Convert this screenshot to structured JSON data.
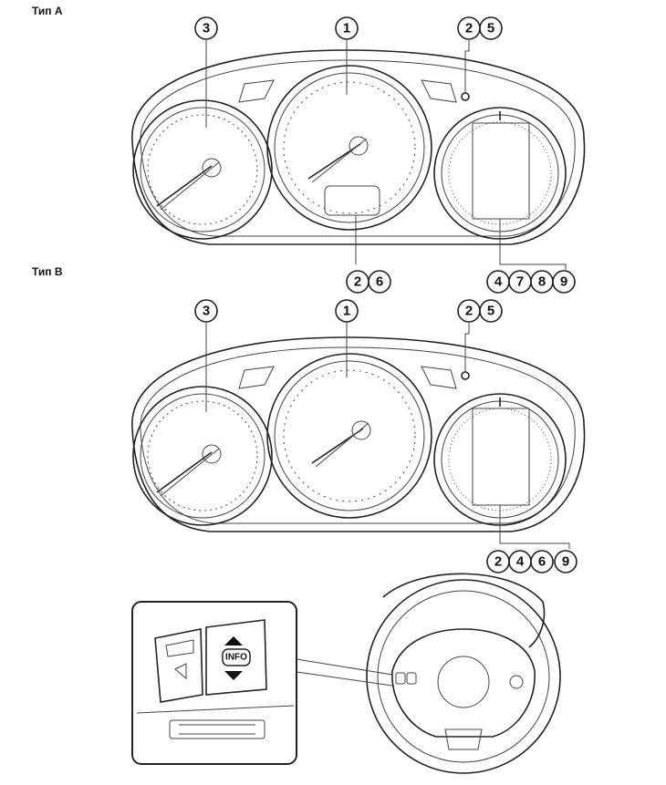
{
  "sections": [
    {
      "label": "Тип A",
      "callouts": {
        "tach": [
          "3"
        ],
        "speedo": [
          "1"
        ],
        "indicator": [
          "2",
          "5"
        ],
        "center_display": [
          "2",
          "6"
        ],
        "right_display": [
          "4",
          "7",
          "8",
          "9"
        ]
      }
    },
    {
      "label": "Тип B",
      "callouts": {
        "tach": [
          "3"
        ],
        "speedo": [
          "1"
        ],
        "indicator": [
          "2",
          "5"
        ],
        "right_display": [
          "2",
          "4",
          "6",
          "9"
        ]
      }
    }
  ],
  "switch_panel": {
    "info_button": "INFO"
  }
}
